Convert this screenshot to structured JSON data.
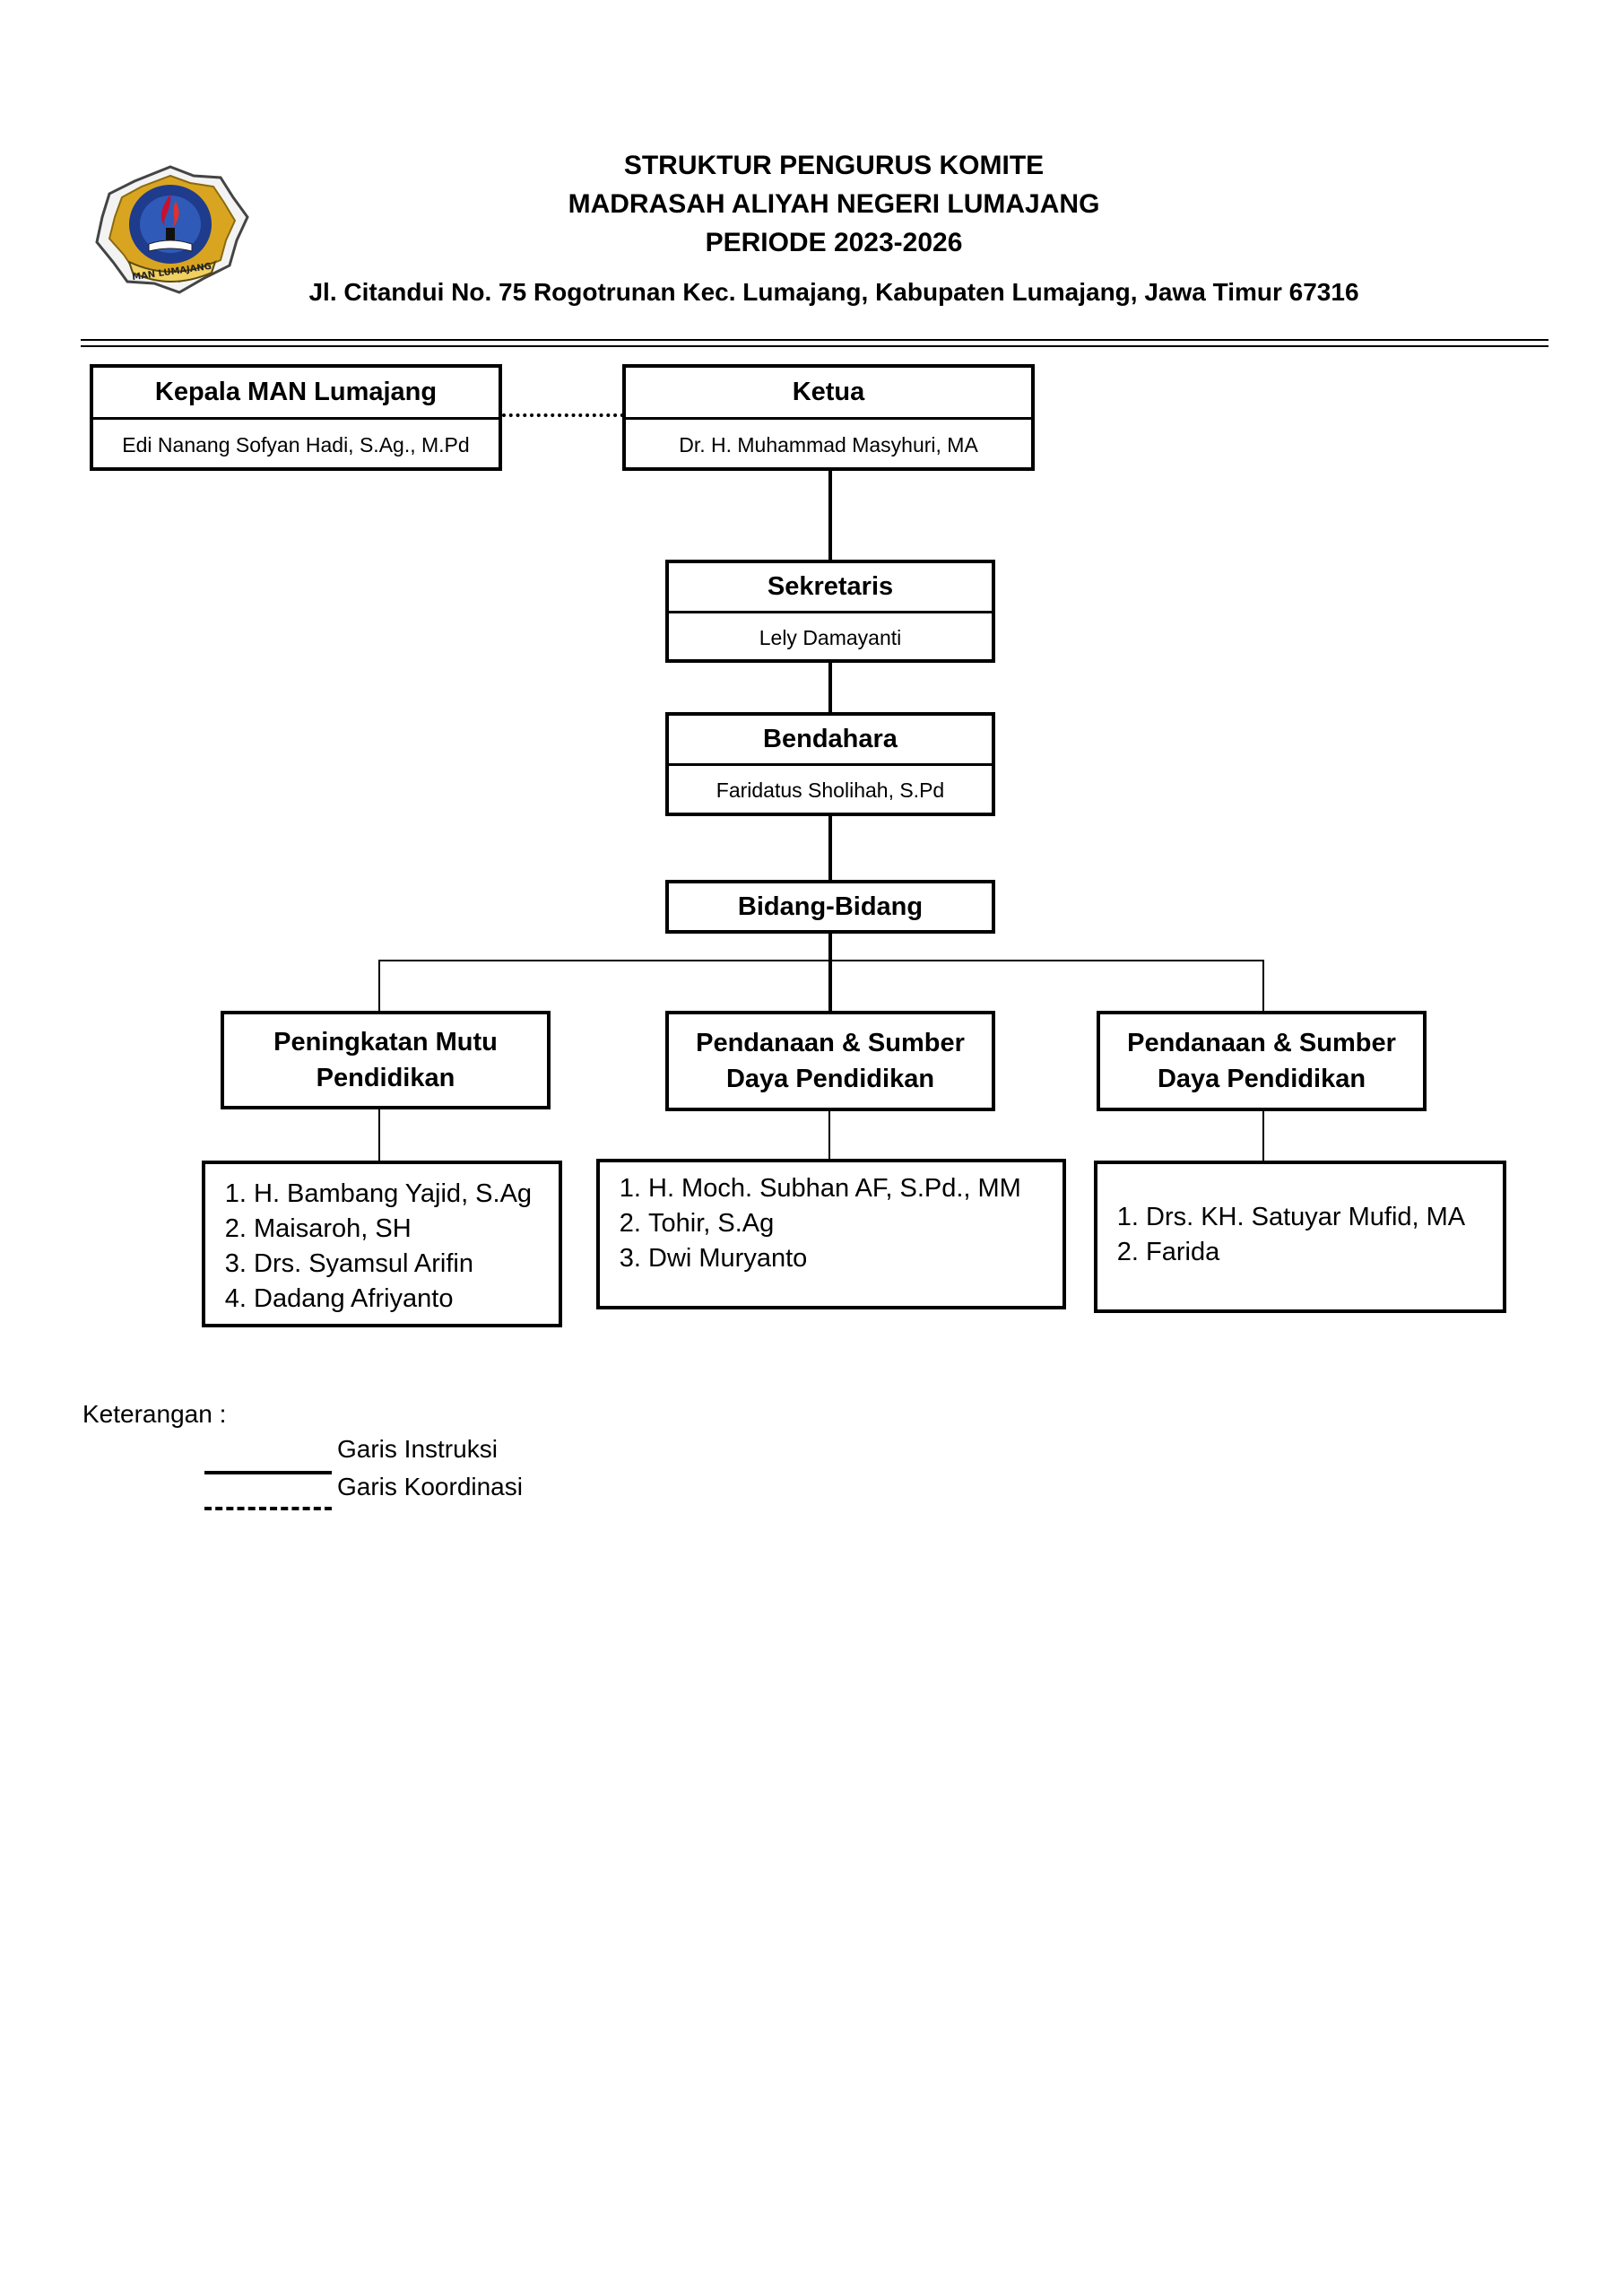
{
  "header": {
    "title_line1": "STRUKTUR PENGURUS KOMITE",
    "title_line2": "MADRASAH ALIYAH NEGERI LUMAJANG",
    "title_line3": "PERIODE 2023-2026",
    "address": "Jl. Citandui No. 75 Rogotrunan Kec. Lumajang, Kabupaten Lumajang, Jawa Timur 67316",
    "logo_text": "MAN LUMAJANG"
  },
  "org": {
    "kepala": {
      "role": "Kepala MAN Lumajang",
      "name": "Edi Nanang Sofyan Hadi, S.Ag., M.Pd"
    },
    "ketua": {
      "role": "Ketua",
      "name": "Dr. H. Muhammad Masyhuri, MA"
    },
    "sekretaris": {
      "role": "Sekretaris",
      "name": "Lely Damayanti"
    },
    "bendahara": {
      "role": "Bendahara",
      "name": "Faridatus Sholihah, S.Pd"
    },
    "bidang": {
      "role": "Bidang-Bidang"
    },
    "divisions": [
      {
        "line1": "Peningkatan Mutu",
        "line2": "Pendidikan",
        "members": [
          "H. Bambang Yajid, S.Ag",
          "Maisaroh, SH",
          "Drs. Syamsul Arifin",
          "Dadang Afriyanto"
        ]
      },
      {
        "line1": "Pendanaan & Sumber",
        "line2": "Daya Pendidikan",
        "members": [
          "H. Moch. Subhan AF, S.Pd., MM",
          "Tohir, S.Ag",
          "Dwi Muryanto"
        ]
      },
      {
        "line1": "Pendanaan & Sumber",
        "line2": "Daya Pendidikan",
        "members": [
          "Drs. KH. Satuyar Mufid, MA",
          "Farida"
        ]
      }
    ]
  },
  "legend": {
    "title": "Keterangan :",
    "instruction": "Garis Instruksi",
    "coordination": "Garis Koordinasi"
  },
  "colors": {
    "logo_blue": "#1f3b8c",
    "logo_red": "#c8102e",
    "logo_gold": "#d9a520"
  }
}
